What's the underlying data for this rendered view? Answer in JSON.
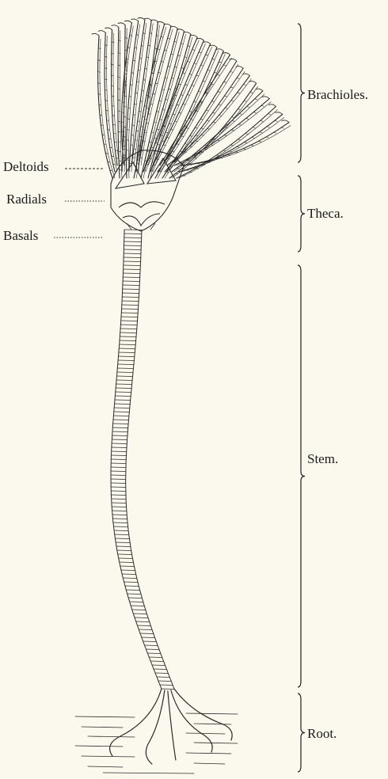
{
  "figure": {
    "part_labels": {
      "deltoids": "Deltoids",
      "radials": "Radials",
      "basals": "Basals"
    },
    "region_labels": {
      "brachioles": "Brachioles.",
      "theca": "Theca.",
      "stem": "Stem.",
      "root": "Root."
    }
  },
  "colors": {
    "paper": "#fbf8ee",
    "ink": "#1e1e1e"
  }
}
